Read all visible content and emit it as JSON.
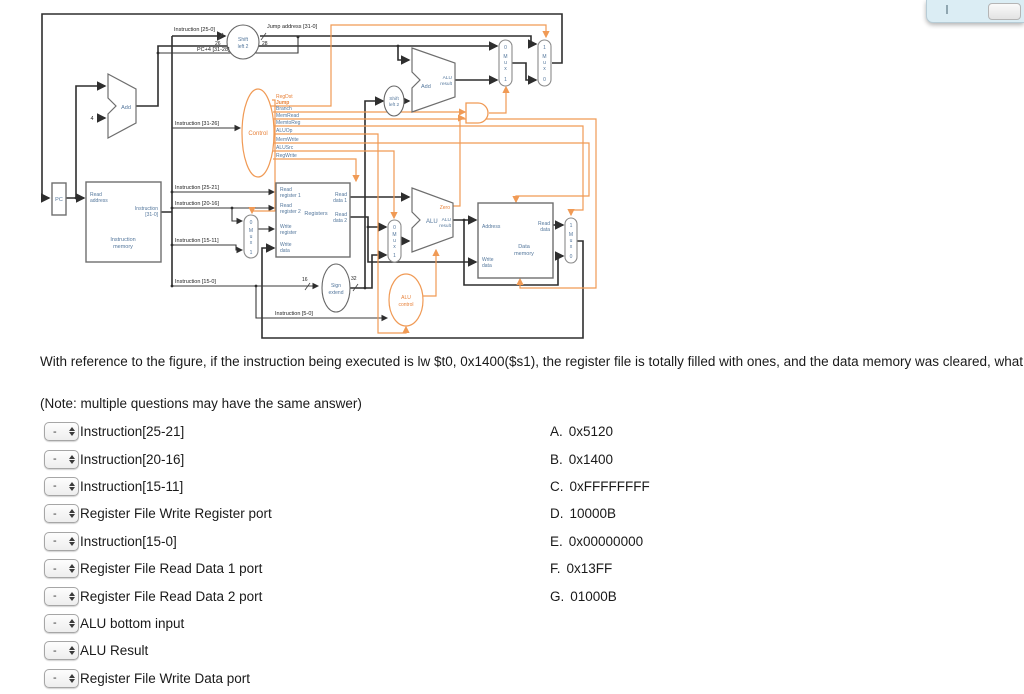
{
  "figure": {
    "labels": {
      "pc": "PC",
      "read_address": [
        "Read",
        "address"
      ],
      "instruction_31_0": [
        "Instruction",
        "[31-0]"
      ],
      "instruction_memory": [
        "Instruction",
        "memory"
      ],
      "add1": "Add",
      "add2": "Add",
      "four": "4",
      "shift_left_2": [
        "Shift",
        "left 2"
      ],
      "instr_25_0": "Instruction [25-0]",
      "jump_address": "Jump address [31-0]",
      "pc4_31_28": "PC+4 [31-28]",
      "w26": "26",
      "w28": "28",
      "w16": "16",
      "w32": "32",
      "control": "Control",
      "instr_31_26": "Instruction [31-26]",
      "signals": [
        "RegDst",
        "Jump",
        "Branch",
        "MemRead",
        "MemtoReg",
        "ALUOp",
        "MemWrite",
        "ALUSrc",
        "RegWrite"
      ],
      "instr_25_21": "Instruction [25-21]",
      "instr_20_16": "Instruction [20-16]",
      "instr_15_11": "Instruction [15-11]",
      "instr_15_0": "Instruction [15-0]",
      "instr_5_0": "Instruction [5-0]",
      "read_reg1": [
        "Read",
        "register 1"
      ],
      "read_reg2": [
        "Read",
        "register 2"
      ],
      "write_reg": [
        "Write",
        "register"
      ],
      "write_data": [
        "Write",
        "data"
      ],
      "read_data1": [
        "Read",
        "data 1"
      ],
      "read_data2": [
        "Read",
        "data 2"
      ],
      "registers": "Registers",
      "sign_extend": [
        "Sign",
        "extend"
      ],
      "alu_control": [
        "ALU",
        "control"
      ],
      "alu": "ALU",
      "zero": "Zero",
      "alu_result": [
        "ALU",
        "result"
      ],
      "address": "Address",
      "mem_write_data": [
        "Write",
        "data"
      ],
      "mem_read_data": [
        "Read",
        "data"
      ],
      "data_memory": [
        "Data",
        "memory"
      ],
      "mux": [
        "M",
        "u",
        "x"
      ],
      "zero_char": "0",
      "one_char": "1"
    }
  },
  "question": {
    "text": "With reference to the figure, if the instruction being executed is lw $t0, 0x1400($s1), the register file is totally filled with ones, and the data memory was cleared, what is the value of",
    "note": "(Note: multiple questions may have the same answer)"
  },
  "rows": [
    {
      "value": "-",
      "label": "Instruction[25-21]"
    },
    {
      "value": "-",
      "label": "Instruction[20-16]"
    },
    {
      "value": "-",
      "label": "Instruction[15-11]"
    },
    {
      "value": "-",
      "label": "Register File Write Register port"
    },
    {
      "value": "-",
      "label": "Instruction[15-0]"
    },
    {
      "value": "-",
      "label": "Register File Read Data 1 port"
    },
    {
      "value": "-",
      "label": "Register File Read Data 2 port"
    },
    {
      "value": "-",
      "label": "ALU bottom input"
    },
    {
      "value": "-",
      "label": "ALU Result"
    },
    {
      "value": "-",
      "label": "Register File Write Data port"
    }
  ],
  "answers": [
    {
      "letter": "A.",
      "value": "0x5120"
    },
    {
      "letter": "B.",
      "value": "0x1400"
    },
    {
      "letter": "C.",
      "value": "0xFFFFFFFF"
    },
    {
      "letter": "D.",
      "value": "10000B"
    },
    {
      "letter": "E.",
      "value": "0x00000000"
    },
    {
      "letter": "F.",
      "value": "0x13FF"
    },
    {
      "letter": "G.",
      "value": "01000B"
    }
  ]
}
